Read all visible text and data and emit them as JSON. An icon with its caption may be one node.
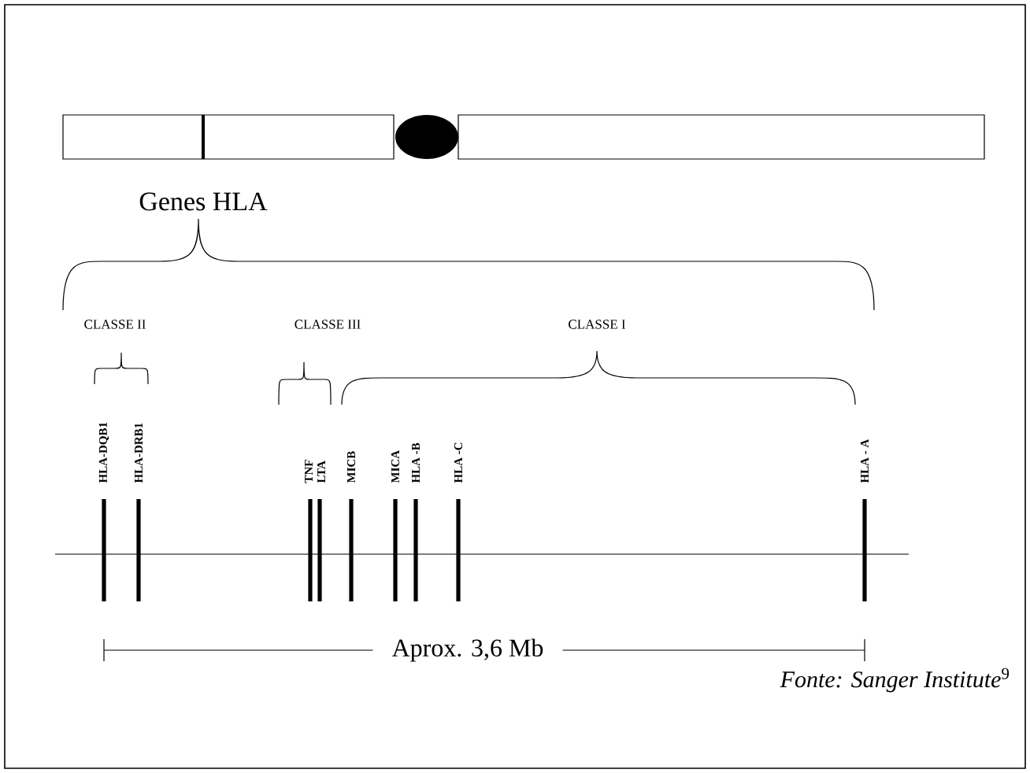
{
  "diagram": {
    "caption": "*Fonte: Sanger Institute*$^{9}$",
    "labels": [
      "Genes HLA",
      "CLASSE II",
      "CLASSE III",
      "CLASSE I",
      "HLA-DQB1",
      "HLA-DRB1",
      "TNF",
      "LTA",
      "MICB",
      "MICA",
      "HLA -B",
      "HLA -C",
      "HLA - A",
      "Aprox. 3,6 Mb"
    ]
  }
}
